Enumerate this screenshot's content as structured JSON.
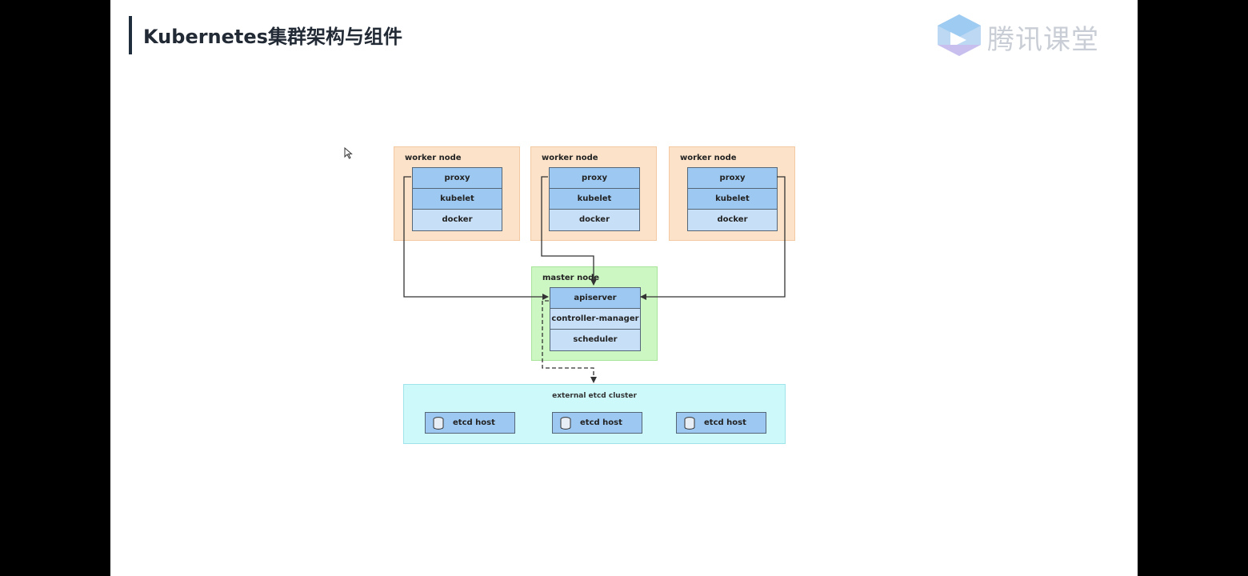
{
  "slide": {
    "title": "Kubernetes集群架构与组件",
    "brand_text": "腾讯课堂",
    "brand_icon": "play-logo-icon"
  },
  "diagram": {
    "worker_nodes": [
      {
        "label": "worker node",
        "components": [
          "proxy",
          "kubelet",
          "docker"
        ]
      },
      {
        "label": "worker node",
        "components": [
          "proxy",
          "kubelet",
          "docker"
        ]
      },
      {
        "label": "worker node",
        "components": [
          "proxy",
          "kubelet",
          "docker"
        ]
      }
    ],
    "master_node": {
      "label": "master node",
      "components": [
        "apiserver",
        "controller-manager",
        "scheduler"
      ]
    },
    "etcd_cluster": {
      "label": "external etcd cluster",
      "hosts": [
        "etcd host",
        "etcd host",
        "etcd host"
      ],
      "host_icon": "database-icon"
    },
    "colors": {
      "worker_bg": "#fbe2c8",
      "master_bg": "#ccf6c2",
      "etcd_bg": "#cdf9fb",
      "component_dark": "#9cc8f2",
      "component_light": "#c7dff7"
    }
  }
}
